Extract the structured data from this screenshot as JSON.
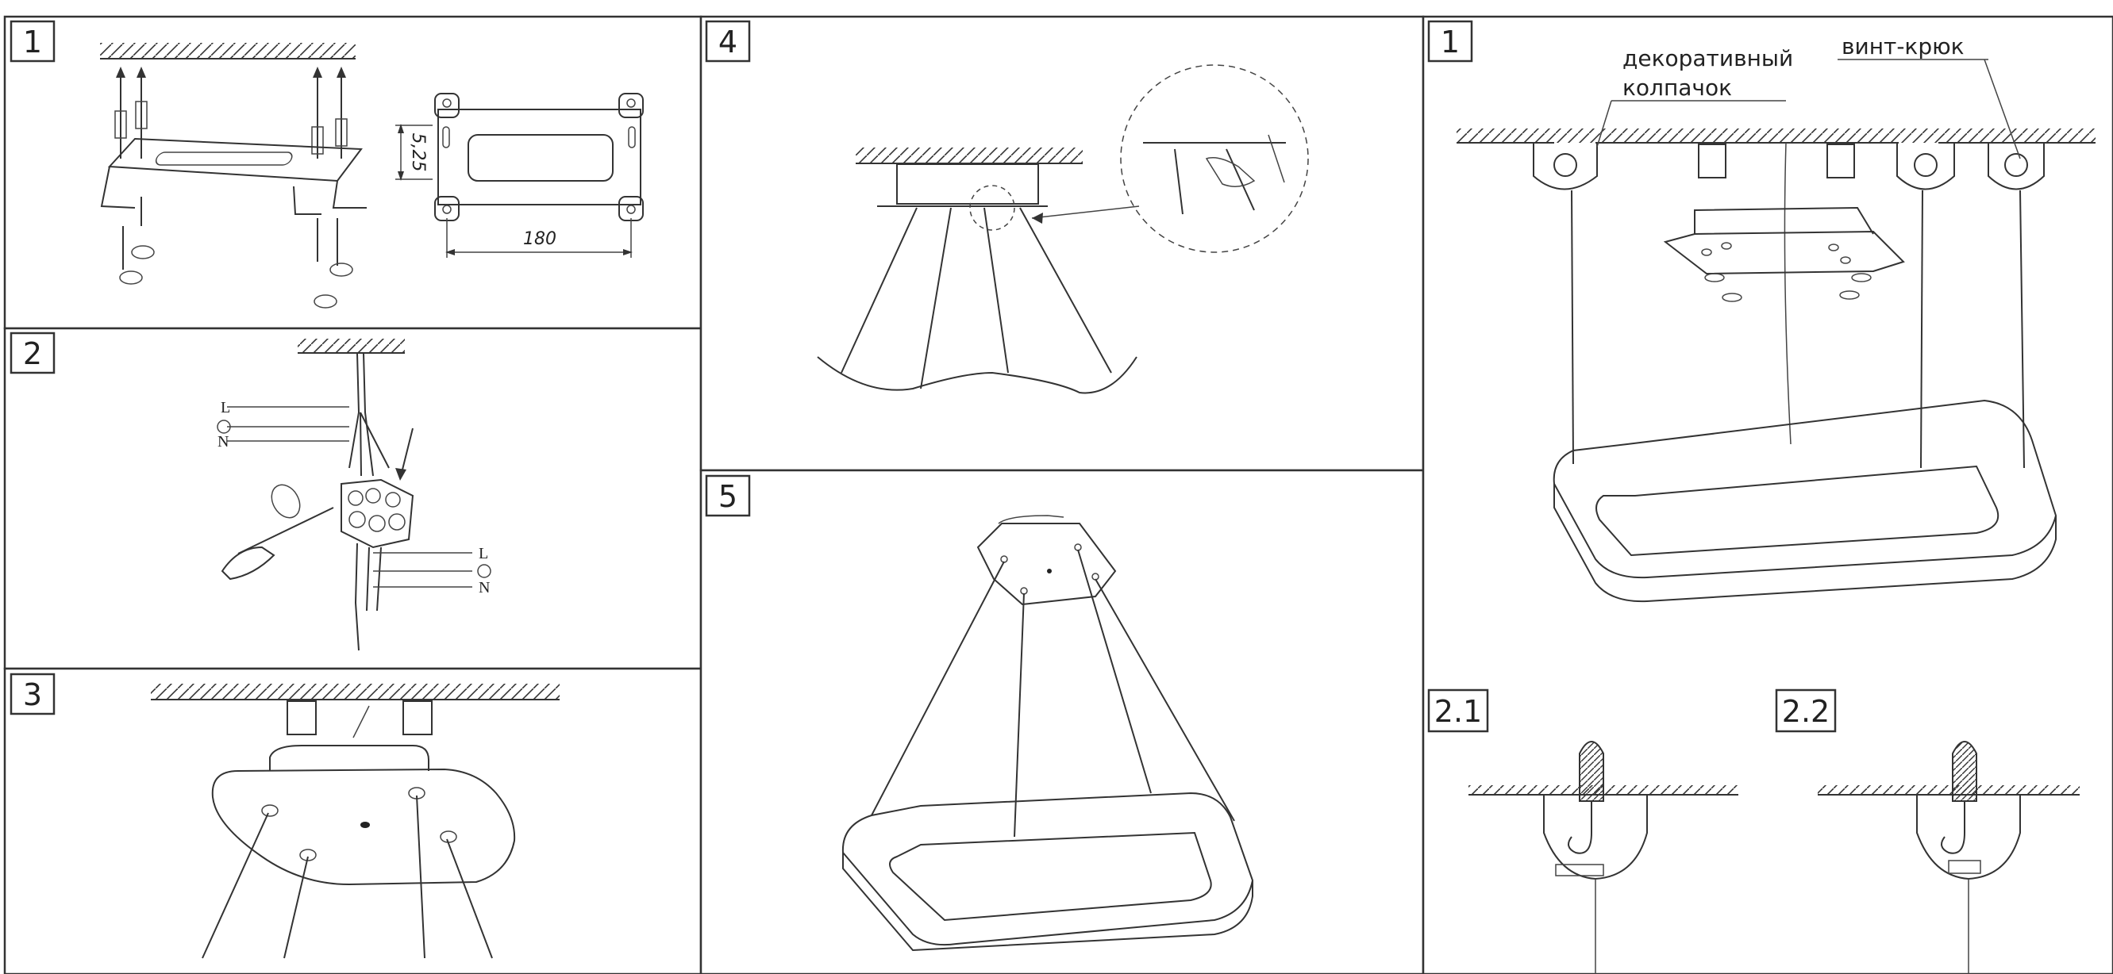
{
  "steps": {
    "s1": "1",
    "s2": "2",
    "s3": "3",
    "s4": "4",
    "s5": "5",
    "r1": "1",
    "r21": "2.1",
    "r22": "2.2"
  },
  "dimensions": {
    "height": "5,25",
    "width": "180"
  },
  "wires": {
    "top_l": "L",
    "top_n": "N",
    "bottom_l": "L",
    "bottom_n": "N"
  },
  "callouts": {
    "cap_line1": "декоративный",
    "cap_line2": "колпачок",
    "hook": "винт-крюк"
  }
}
